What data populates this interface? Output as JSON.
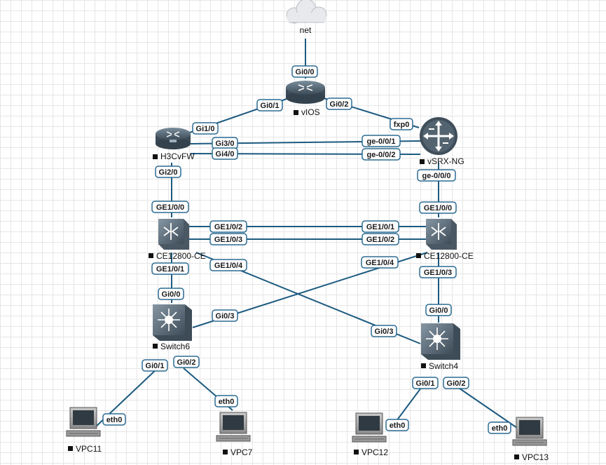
{
  "nodes": {
    "net": {
      "name": "net",
      "icon": "cloud-icon"
    },
    "vios": {
      "name": "vIOS",
      "icon": "router-icon"
    },
    "h3cvfw": {
      "name": "H3CvFW",
      "icon": "firewall-router-icon"
    },
    "vsrx": {
      "name": "vSRX-NG",
      "icon": "juniper-srx-icon"
    },
    "ce_left": {
      "name": "CE12800-CE",
      "icon": "l3-switch-icon"
    },
    "ce_right": {
      "name": "CE12800-CE",
      "icon": "l3-switch-icon"
    },
    "switch6": {
      "name": "Switch6",
      "icon": "multilayer-switch-icon"
    },
    "switch4": {
      "name": "Switch4",
      "icon": "multilayer-switch-icon"
    },
    "vpc11": {
      "name": "VPC11",
      "icon": "pc-icon"
    },
    "vpc7": {
      "name": "VPC7",
      "icon": "pc-icon"
    },
    "vpc12": {
      "name": "VPC12",
      "icon": "pc-icon"
    },
    "vpc13": {
      "name": "VPC13",
      "icon": "pc-icon"
    }
  },
  "ports": {
    "vios_gi00": "Gi0/0",
    "vios_gi01": "Gi0/1",
    "vios_gi02": "Gi0/2",
    "h3c_gi10": "Gi1/0",
    "h3c_gi30": "Gi3/0",
    "h3c_gi40": "Gi4/0",
    "h3c_gi20": "Gi2/0",
    "vsrx_fxp0": "fxp0",
    "vsrx_ge001": "ge-0/0/1",
    "vsrx_ge002": "ge-0/0/2",
    "vsrx_ge000": "ge-0/0/0",
    "cel_ge100": "GE1/0/0",
    "cel_ge102": "GE1/0/2",
    "cel_ge103": "GE1/0/3",
    "cel_ge104": "GE1/0/4",
    "cel_ge101": "GE1/0/1",
    "cer_ge100": "GE1/0/0",
    "cer_ge101": "GE1/0/1",
    "cer_ge102": "GE1/0/2",
    "cer_ge104": "GE1/0/4",
    "cer_ge103": "GE1/0/3",
    "sw6_gi00": "Gi0/0",
    "sw6_gi03": "Gi0/3",
    "sw6_gi01": "Gi0/1",
    "sw6_gi02": "Gi0/2",
    "sw4_gi00": "Gi0/0",
    "sw4_gi03": "Gi0/3",
    "sw4_gi01": "Gi0/1",
    "sw4_gi02": "Gi0/2",
    "vpc11_eth0": "eth0",
    "vpc7_eth0": "eth0",
    "vpc12_eth0": "eth0",
    "vpc13_eth0": "eth0"
  },
  "colors": {
    "link": "#1c5a80",
    "port_border": "#2c6b92",
    "grid": "#e6e6e6"
  }
}
